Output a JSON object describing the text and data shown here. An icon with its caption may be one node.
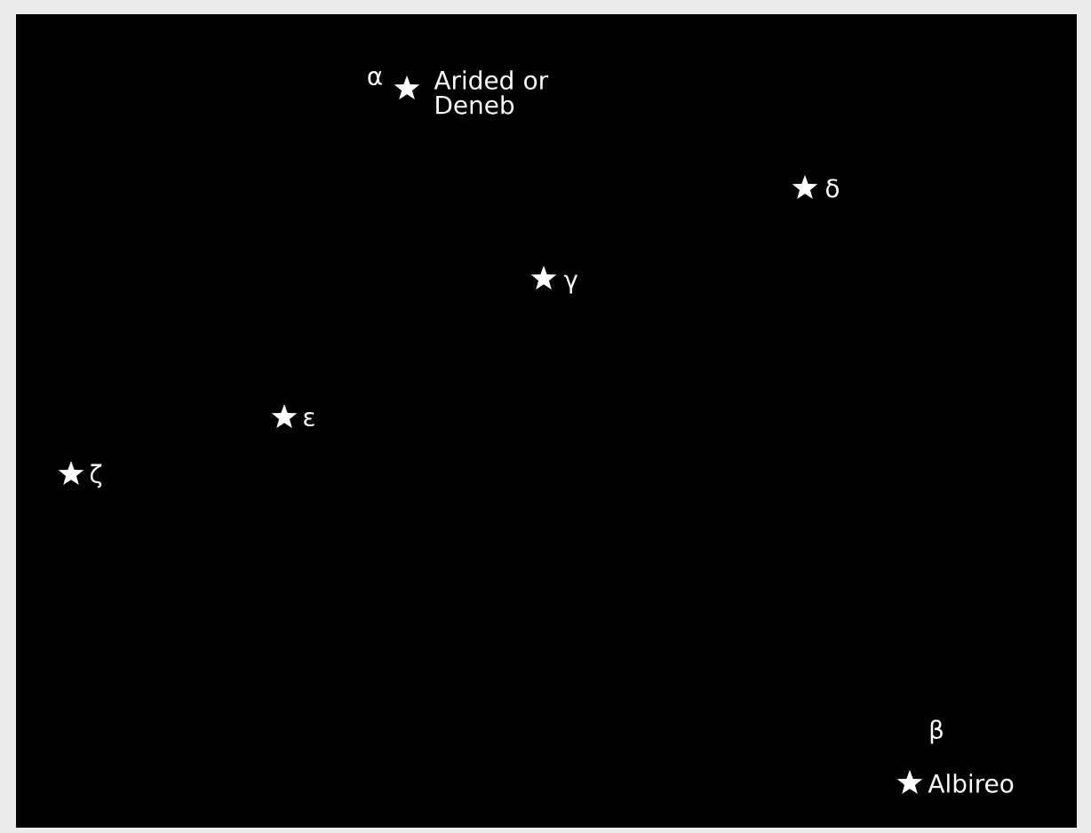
{
  "diagram": {
    "labels": [
      "α",
      "Arided or Deneb",
      "δ",
      "γ",
      "ε",
      "ζ",
      "β",
      "Albireo"
    ]
  }
}
